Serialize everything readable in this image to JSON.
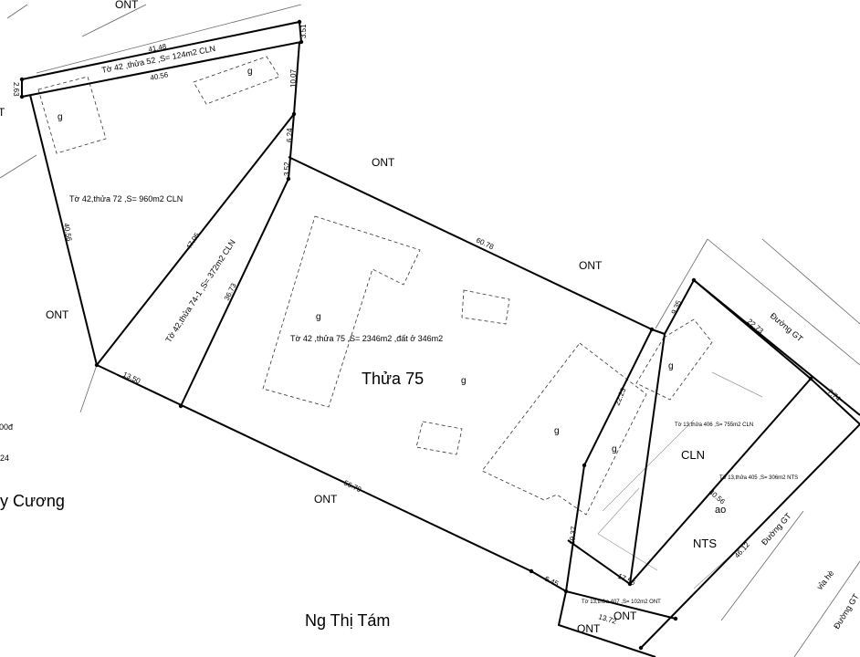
{
  "land_use": {
    "ont": "ONT",
    "cln": "CLN",
    "nts": "NTS",
    "ao": "ao",
    "g": "g"
  },
  "parcels": {
    "p75_title": "Thửa 75",
    "p75_info": "Tờ 42 ,thửa 75 ,S= 2346m2 ,đất ở 346m2",
    "p52_info": "Tờ 42 ,thửa 52 ,S= 124m2 CLN",
    "p72_info": "Tờ 42,thửa 72 ,S= 960m2 CLN",
    "p74_info": "Tờ 42,thửa 74-1 ,S= 372m2 CLN",
    "p406_info": "Tờ 13,thửa 406 ,S= 755m2 CLN",
    "p405_info": "Tờ 13,thửa 405 ,S= 306m2 NTS",
    "p407_info": "Tờ 13,thửa 407 ,S= 102m2 ONT"
  },
  "dims": {
    "d41_48": "41.48",
    "d40_56a": "40.56",
    "d3_51": "3.51",
    "d10_07": "10.07",
    "d2_63": "2.63",
    "d6_24": "6.24",
    "d3_52": "3.52",
    "d40_56b": "40.56",
    "d47_05": "47.05",
    "d36_73": "36.73",
    "d60_78": "60.78",
    "d13_50": "13.50",
    "d56_79": "56.79",
    "d6_45": "6.45",
    "d19_37": "19.37",
    "d22_23": "22.23",
    "d9_35": "9.35",
    "d22_73": "22.73",
    "d7_74": "7.74",
    "d40_56c": "40.56",
    "d46_12": "46.12",
    "d17_56": "17.56",
    "d13_72": "13.72"
  },
  "roads": {
    "duong_gt_1": "Đường GT",
    "duong_gt_2": "Đường GT",
    "duong_gt_3": "Đường GT",
    "via_he": "vỉa hè"
  },
  "owners": {
    "tam": "Ng Thị Tám",
    "cuong": "y Cương"
  },
  "edge_fragments": {
    "left_t": "T",
    "left_00d": "00đ",
    "left_24": "24"
  }
}
